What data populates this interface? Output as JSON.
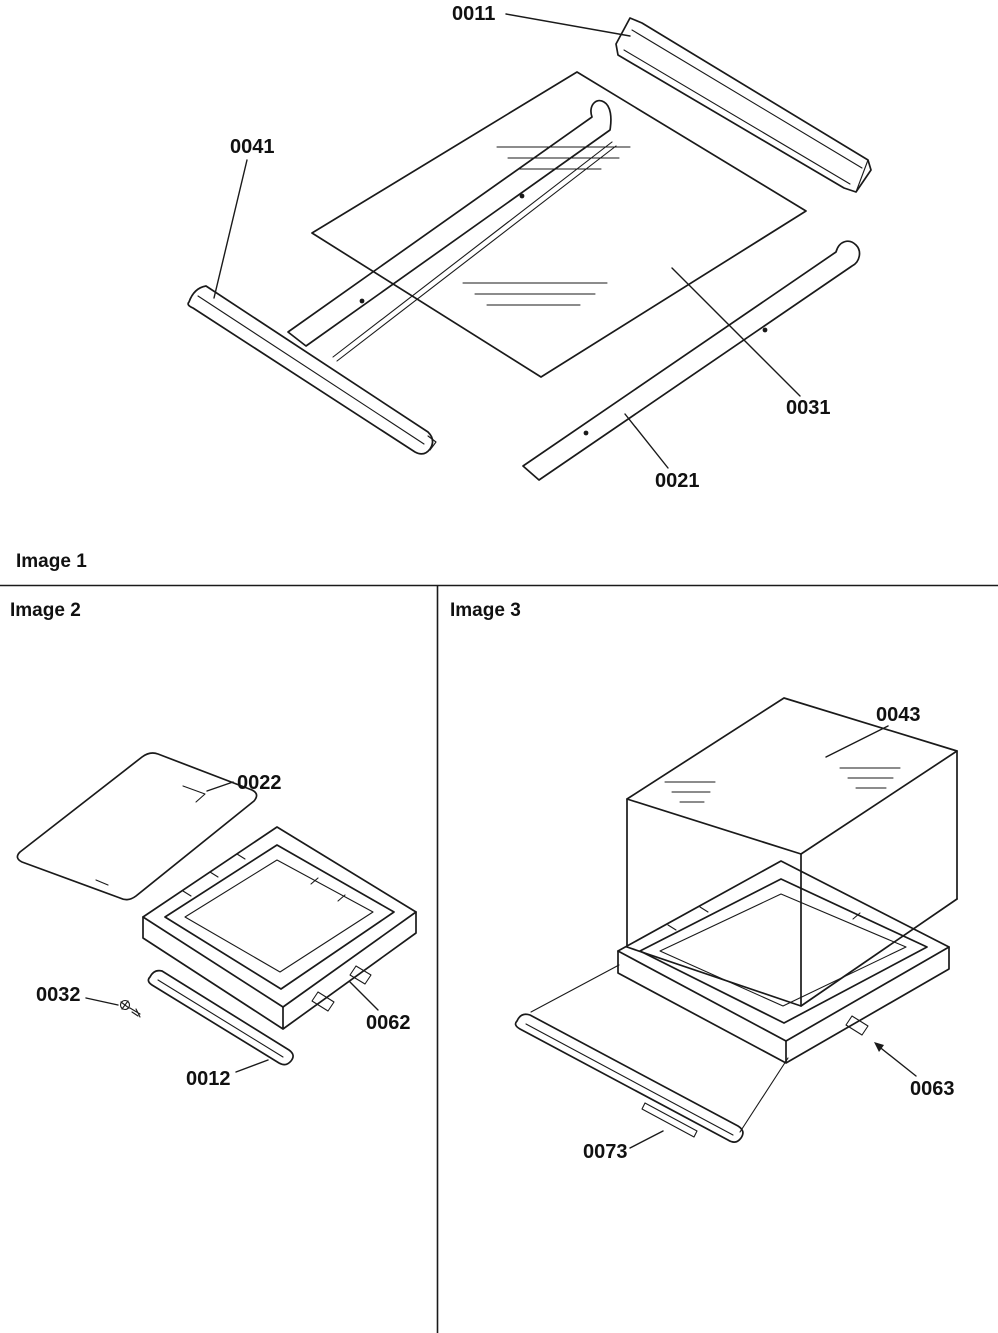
{
  "page": {
    "background": "#ffffff",
    "line_color": "#1a1a1a",
    "type": "exploded-parts-diagram"
  },
  "sections": [
    {
      "id": "image-1",
      "label": "Image 1",
      "description": "Exploded view of glass shelf assembly with front and side trim rails",
      "callouts": [
        {
          "part": "0011"
        },
        {
          "part": "0041"
        },
        {
          "part": "0031"
        },
        {
          "part": "0021"
        }
      ]
    },
    {
      "id": "image-2",
      "label": "Image 2",
      "description": "Glass insert, shelf frame, screw and front trim",
      "callouts": [
        {
          "part": "0022"
        },
        {
          "part": "0032"
        },
        {
          "part": "0062"
        },
        {
          "part": "0012"
        }
      ]
    },
    {
      "id": "image-3",
      "label": "Image 3",
      "description": "Crisper cover glass, shelf frame and front trim",
      "callouts": [
        {
          "part": "0043"
        },
        {
          "part": "0063"
        },
        {
          "part": "0073"
        }
      ]
    }
  ]
}
